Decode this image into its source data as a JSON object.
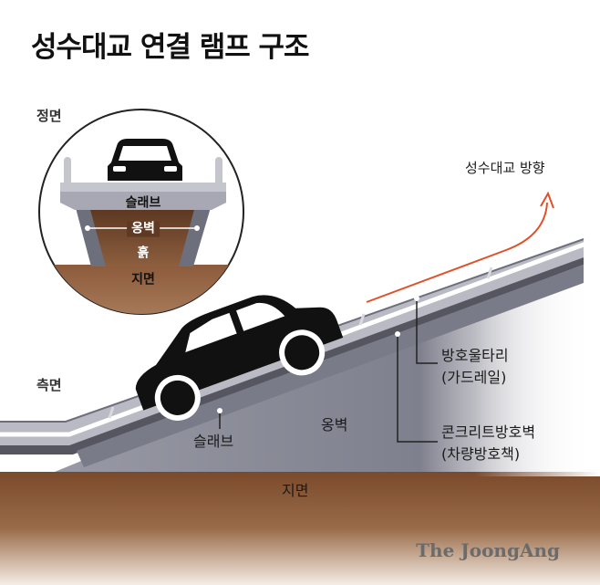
{
  "title": "성수대교 연결 램프 구조",
  "front_view": {
    "heading": "정면",
    "slab": "슬래브",
    "retaining_wall": "옹벽",
    "soil": "흙",
    "ground": "지면"
  },
  "side_view": {
    "heading": "측면",
    "slab": "슬래브",
    "retaining_wall": "옹벽",
    "ground": "지면",
    "direction": "성수대교 방향",
    "guardrail_line1": "방호울타리",
    "guardrail_line2": "(가드레일)",
    "barrier_line1": "콘크리트방호벽",
    "barrier_line2": "(차량방호책)"
  },
  "credit": "The JoongAng",
  "colors": {
    "ground": "#8a5a3a",
    "ramp_wall": "#8d8e9b",
    "slab": "#b9bac4",
    "car": "#111111",
    "arrow": "#e0502a"
  }
}
